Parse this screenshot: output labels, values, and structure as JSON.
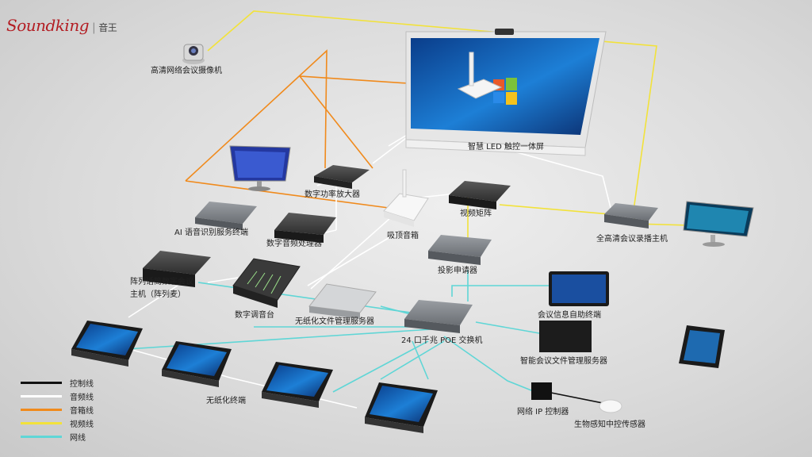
{
  "brand": {
    "name": "Soundking",
    "divider": "|",
    "chinese_name": "音王"
  },
  "devices": {
    "camera": "高清网络会议摄像机",
    "led_screen": "智慧 LED 触控一体屏",
    "amplifier": "数字功率放大器",
    "ceiling_speaker": "吸顶音箱",
    "video_matrix": "视频矩阵",
    "broadcast_host": "全高清会议录播主机",
    "ai_terminal": "AI 语音识别服务终端",
    "audio_processor": "数字音频处理器",
    "projection_applicator": "投影申请器",
    "array_mic_host_line1": "阵列话筒数字会议",
    "array_mic_host_line2": "主机（阵列麦）",
    "mixer": "数字调音台",
    "paperless_server": "无纸化文件管理服务器",
    "poe_switch": "24 口千兆 POE 交换机",
    "info_terminal": "会议信息自助终端",
    "file_server": "智能会议文件管理服务器",
    "paperless_terminal": "无纸化终端",
    "ip_controller": "网络 IP 控制器",
    "bio_sensor": "生物感知中控传感器"
  },
  "legend": [
    {
      "label": "控制线",
      "color": "#111111"
    },
    {
      "label": "音频线",
      "color": "#ffffff"
    },
    {
      "label": "音箱线",
      "color": "#f08a1c"
    },
    {
      "label": "视频线",
      "color": "#f2e23a"
    },
    {
      "label": "网线",
      "color": "#5fd6d6"
    }
  ],
  "colors": {
    "control": "#111111",
    "audio": "#ffffff",
    "speaker": "#f08a1c",
    "video": "#f2e23a",
    "network": "#5fd6d6",
    "brand_red": "#b31d23"
  }
}
